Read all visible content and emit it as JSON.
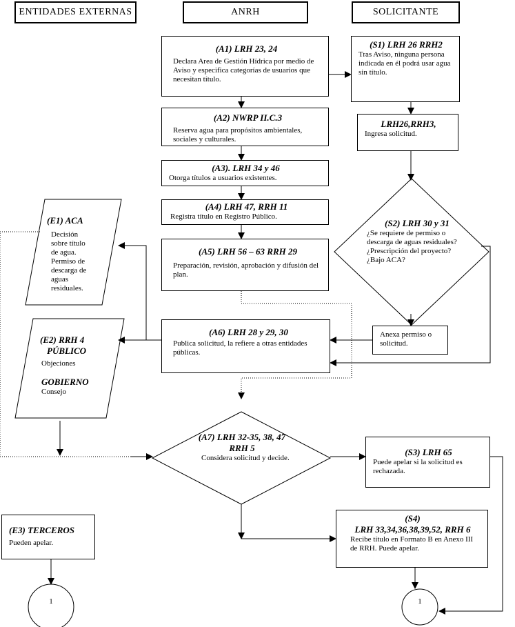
{
  "headers": {
    "external": "ENTIDADES EXTERNAS",
    "anrh": "ANRH",
    "applicant": "SOLICITANTE"
  },
  "anrh": {
    "a1": {
      "title": "(A1)  LRH 23, 24",
      "text": "Declara Area de Gestión Hídrica por medio de Aviso y especifica categorías de usuarios que necesitan  título."
    },
    "a2": {
      "title": "(A2)  NWRP II.C.3",
      "text": "Reserva agua para propósitos ambientales, sociales y  culturales."
    },
    "a3": {
      "title": "(A3).  LRH 34  y 46",
      "text": "Otorga títulos a usuarios existentes."
    },
    "a4": {
      "title": "(A4)  LRH 47,  RRH 11",
      "text": "Registra título en Registro Público."
    },
    "a5": {
      "title": "(A5)  LRH 56 – 63 RRH 29",
      "text": "Preparación, revisión, aprobación y difusión del plan."
    },
    "a6": {
      "title": "(A6)  LRH 28 y 29, 30",
      "text": "Publica solicitud, la refiere a otras entidades públicas."
    },
    "a7": {
      "title": "(A7)  LRH 32-35, 38, 47 RRH 5",
      "text": "Considera solicitud y decide."
    }
  },
  "applicant": {
    "s1": {
      "title": "(S1)  LRH 26 RRH2",
      "text": "Tras Aviso, ninguna persona indicada en él podrá usar agua sin título."
    },
    "s1b": {
      "title": "LRH26,RRH3,",
      "text": "Ingresa solicitud."
    },
    "s2": {
      "title": "(S2)  LRH 30 y 31",
      "text": "¿Se requiere de permiso o descarga de aguas residuales? ¿Prescripción del proyecto? ¿Bajo ACA?"
    },
    "annex": {
      "text": "Anexa permiso o solicitud."
    },
    "s3": {
      "title": "(S3)  LRH 65",
      "text": "Puede apelar si la solicitud es rechazada."
    },
    "s4": {
      "title": "(S4)",
      "subtitle": "LRH 33,34,36,38,39,52, RRH 6",
      "text": "Recibe título en Formato B en Anexo III de RRH. Puede apelar."
    }
  },
  "external": {
    "e1": {
      "title": "(E1)  ACA",
      "text": "Decisión sobre título de agua. Permiso de descarga de aguas residuales."
    },
    "e2": {
      "title": "(E2)  RRH 4",
      "title2": "PÚBLICO",
      "text": "Objeciones",
      "title3": "GOBIERNO",
      "text2": "Consejo"
    },
    "e3": {
      "title": "(E3) TERCEROS",
      "text": "Pueden apelar."
    }
  },
  "connectors": {
    "left": "1",
    "right": "1"
  }
}
